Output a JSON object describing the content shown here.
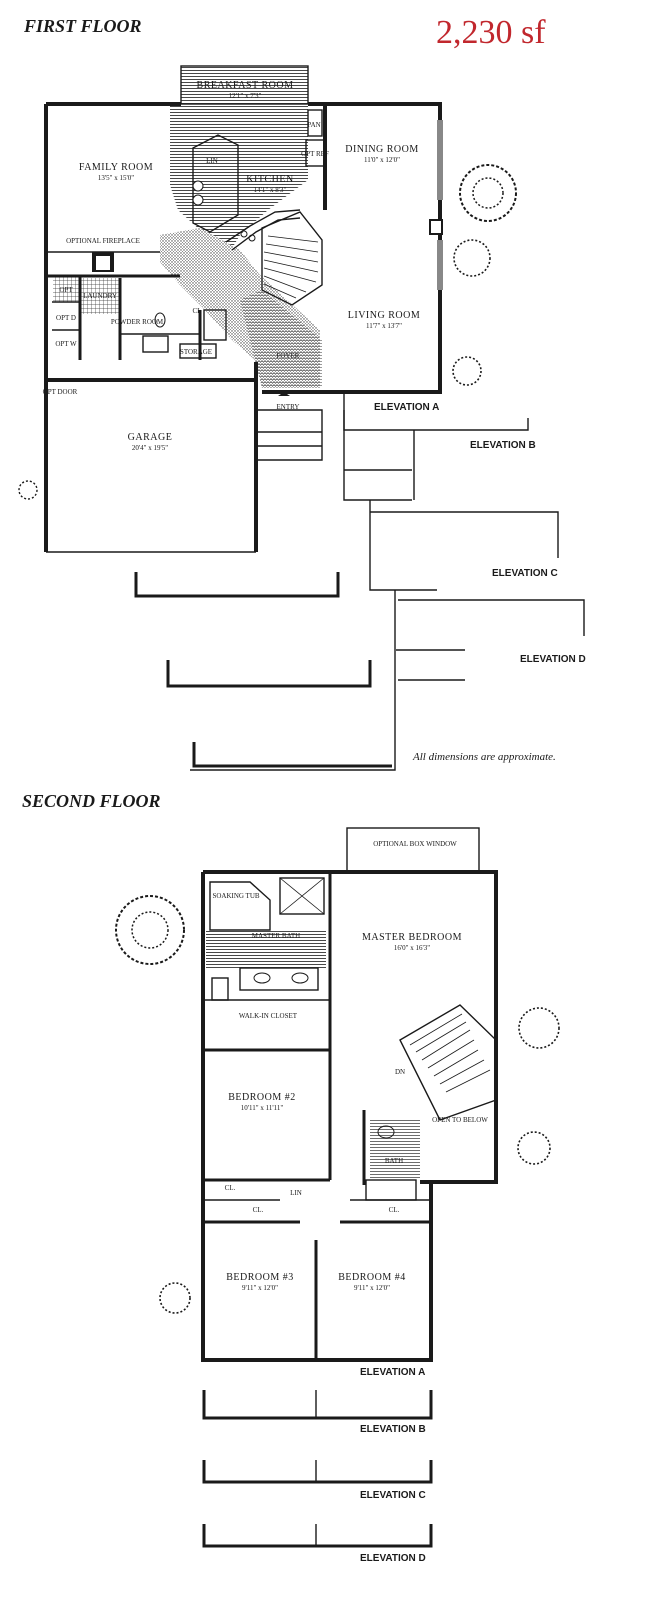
{
  "first_floor": {
    "heading": "FIRST FLOOR",
    "square_feet": "2,230 sf",
    "rooms": {
      "breakfast": {
        "name": "BREAKFAST ROOM",
        "dim": "12'1\" x 7'3\""
      },
      "family": {
        "name": "FAMILY ROOM",
        "dim": "13'5\" x 15'0\""
      },
      "kitchen": {
        "name": "KITCHEN",
        "dim": "14'1\" x 8'3\""
      },
      "dining": {
        "name": "DINING ROOM",
        "dim": "11'0\" x 12'0\""
      },
      "living": {
        "name": "LIVING ROOM",
        "dim": "11'7\" x 13'7\""
      },
      "garage": {
        "name": "GARAGE",
        "dim": "20'4\" x 19'5\""
      }
    },
    "small_labels": {
      "pan": "PAN",
      "opt_ref": "OPT REF",
      "lin": "LIN",
      "optional_fireplace": "OPTIONAL FIREPLACE",
      "laundry": "LAUNDRY",
      "opt_d": "OPT D",
      "opt_w": "OPT W",
      "opt": "OPT",
      "powder_room": "POWDER ROOM",
      "cl": "CL",
      "storage": "STORAGE",
      "foyer": "FOYER",
      "entry": "ENTRY",
      "opt_door": "OPT DOOR"
    },
    "elevations": [
      "ELEVATION A",
      "ELEVATION B",
      "ELEVATION C",
      "ELEVATION D"
    ],
    "note": "All dimensions are approximate."
  },
  "second_floor": {
    "heading": "SECOND FLOOR",
    "rooms": {
      "box_window": {
        "name": "OPTIONAL BOX WINDOW"
      },
      "soaking_tub": {
        "name": "SOAKING TUB"
      },
      "master_bath": {
        "name": "MASTER BATH"
      },
      "master_bedroom": {
        "name": "MASTER BEDROOM",
        "dim": "16'0\" x 16'3\""
      },
      "walk_in": {
        "name": "WALK-IN CLOSET"
      },
      "bedroom2": {
        "name": "BEDROOM #2",
        "dim": "10'11\" x 11'11\""
      },
      "open_below": {
        "name": "OPEN TO BELOW"
      },
      "bath": {
        "name": "BATH"
      },
      "bedroom3": {
        "name": "BEDROOM #3",
        "dim": "9'11\" x 12'0\""
      },
      "bedroom4": {
        "name": "BEDROOM #4",
        "dim": "9'11\" x 12'0\""
      }
    },
    "small_labels": {
      "cl": "CL.",
      "lin": "LIN",
      "dn": "DN"
    },
    "elevations": [
      "ELEVATION A",
      "ELEVATION B",
      "ELEVATION C",
      "ELEVATION D"
    ]
  },
  "colors": {
    "ink": "#1a1a1a",
    "sqft": "#c1272d",
    "paper": "#ffffff"
  }
}
